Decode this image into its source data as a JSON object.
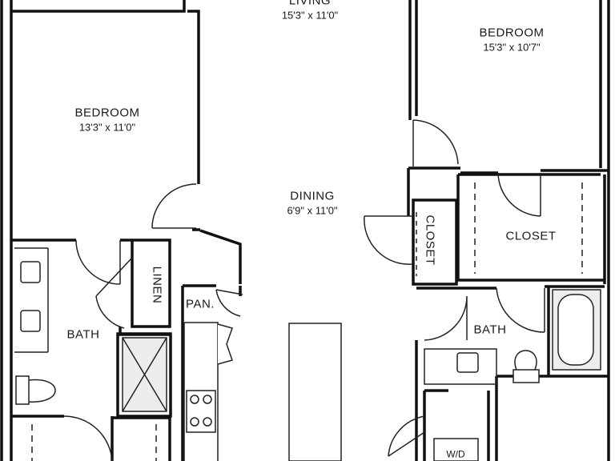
{
  "rooms": {
    "living": {
      "name": "LIVING",
      "dims": "15'3\" x 11'0\""
    },
    "bedroom_left": {
      "name": "BEDROOM",
      "dims": "13'3\" x 11'0\""
    },
    "bedroom_right": {
      "name": "BEDROOM",
      "dims": "15'3\" x 10'7\""
    },
    "dining": {
      "name": "DINING",
      "dims": "6'9\" x 11'0\""
    },
    "closet_small": {
      "name": "CLOSET"
    },
    "closet_large": {
      "name": "CLOSET"
    },
    "linen": {
      "name": "LINEN"
    },
    "pantry": {
      "name": "PAN."
    },
    "bath_left": {
      "name": "BATH"
    },
    "bath_right": {
      "name": "BATH"
    },
    "laundry": {
      "name": "W/D"
    }
  },
  "colors": {
    "wall": "#111111",
    "line": "#222222",
    "fixture_fill": "#ededed"
  }
}
